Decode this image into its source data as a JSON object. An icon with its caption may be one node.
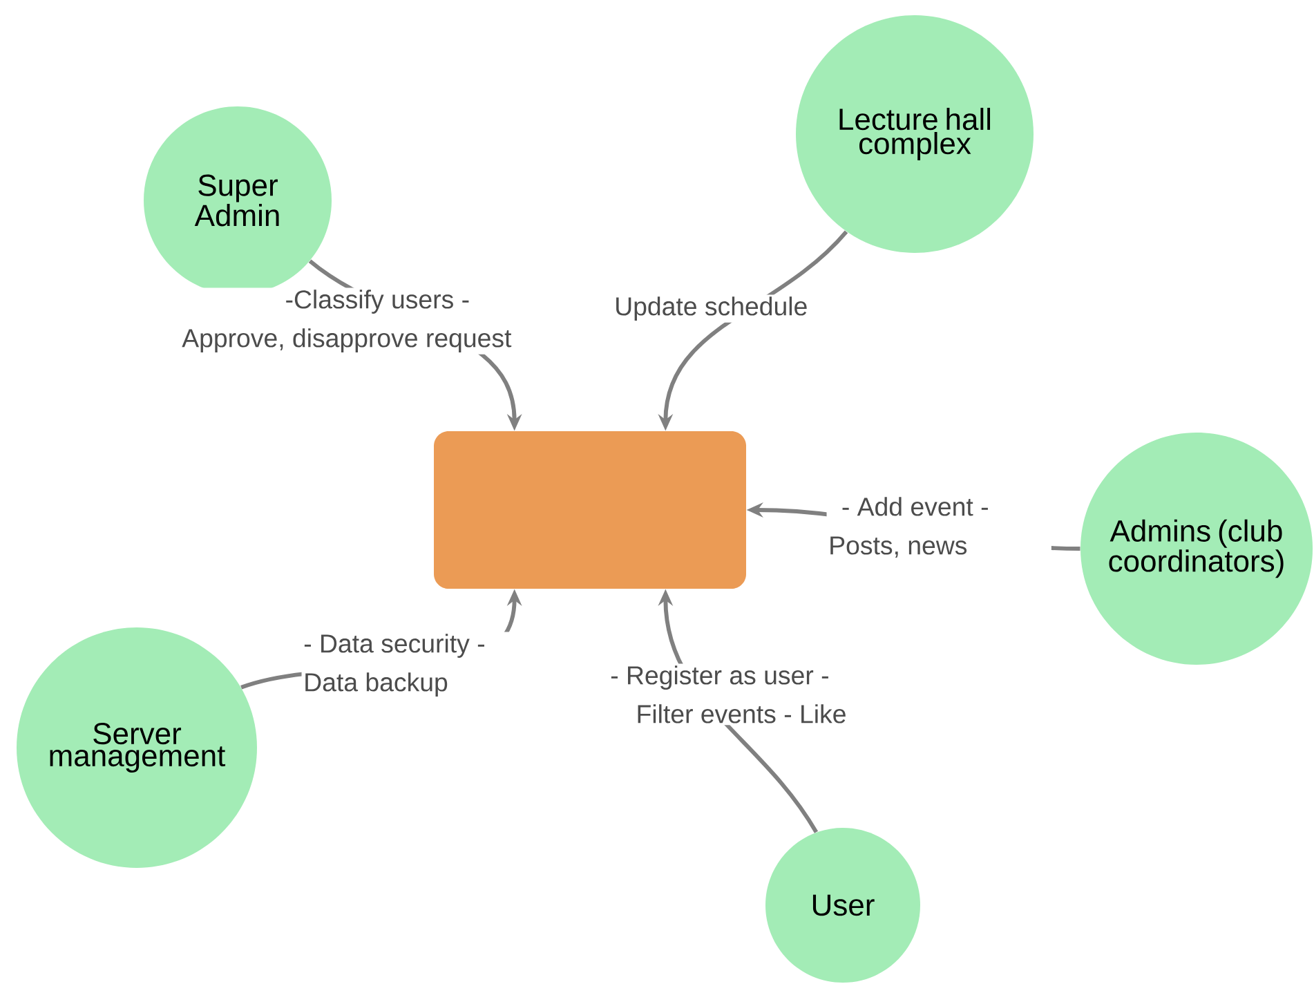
{
  "diagram": {
    "nodes": [
      {
        "text": [
          "Super Admin"
        ]
      },
      {
        "text": [
          "Lecture hall complex"
        ]
      },
      {
        "text": [],
        "shape": "box"
      },
      {
        "text": [
          "Admins (club coordinators)"
        ]
      },
      {
        "text": [
          "Server management"
        ]
      },
      {
        "text": [
          "User"
        ]
      }
    ],
    "edges": [
      {
        "from": 0,
        "to": 2,
        "arrow": "to",
        "label": "-Classify users - Approve, disapprove request"
      },
      {
        "from": 1,
        "to": 2,
        "arrow": "to",
        "label": "Update schedule"
      },
      {
        "from": 3,
        "to": 2,
        "arrow": "to",
        "label": "- Add event - Posts, news"
      },
      {
        "from": 4,
        "to": 2,
        "arrow": "to",
        "label": "- Data security - Data backup"
      },
      {
        "from": 5,
        "to": 2,
        "arrow": "to",
        "label": "- Register as user - Filter events - Like"
      }
    ]
  }
}
